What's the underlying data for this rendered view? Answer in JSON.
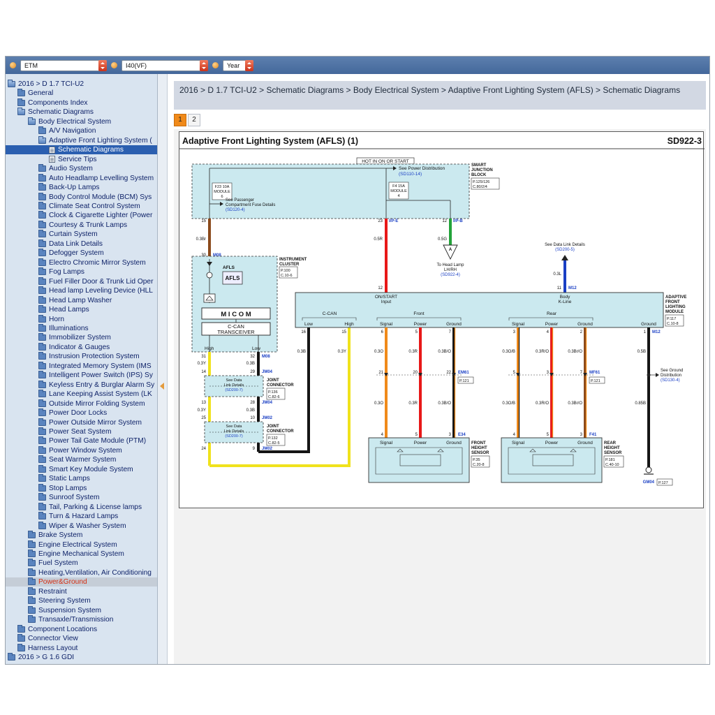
{
  "toolbar": {
    "select1": "ETM",
    "select2": "I40(VF)",
    "select3": "Year"
  },
  "sidebar": {
    "items": [
      {
        "label": "2016 > D 1.7 TCI-U2",
        "level": 0,
        "icon": "open"
      },
      {
        "label": "General",
        "level": 1,
        "icon": "folder"
      },
      {
        "label": "Components Index",
        "level": 1,
        "icon": "folder"
      },
      {
        "label": "Schematic Diagrams",
        "level": 1,
        "icon": "open"
      },
      {
        "label": "Body Electrical System",
        "level": 2,
        "icon": "open"
      },
      {
        "label": "A/V Navigation",
        "level": 3,
        "icon": "folder"
      },
      {
        "label": "Adaptive Front Lighting System (",
        "level": 3,
        "icon": "open"
      },
      {
        "label": "Schematic Diagrams",
        "level": 4,
        "icon": "doc",
        "state": "selected"
      },
      {
        "label": "Service Tips",
        "level": 4,
        "icon": "doc"
      },
      {
        "label": "Audio System",
        "level": 3,
        "icon": "folder"
      },
      {
        "label": "Auto Headlamp Levelling System",
        "level": 3,
        "icon": "folder"
      },
      {
        "label": "Back-Up Lamps",
        "level": 3,
        "icon": "folder"
      },
      {
        "label": "Body Control Module (BCM) Sys",
        "level": 3,
        "icon": "folder"
      },
      {
        "label": "Climate Seat Control System",
        "level": 3,
        "icon": "folder"
      },
      {
        "label": "Clock & Cigarette Lighter (Power",
        "level": 3,
        "icon": "folder"
      },
      {
        "label": "Courtesy & Trunk Lamps",
        "level": 3,
        "icon": "folder"
      },
      {
        "label": "Curtain System",
        "level": 3,
        "icon": "folder"
      },
      {
        "label": "Data Link Details",
        "level": 3,
        "icon": "folder"
      },
      {
        "label": "Defogger System",
        "level": 3,
        "icon": "folder"
      },
      {
        "label": "Electro Chromic Mirror System",
        "level": 3,
        "icon": "folder"
      },
      {
        "label": "Fog Lamps",
        "level": 3,
        "icon": "folder"
      },
      {
        "label": "Fuel Filler Door & Trunk Lid Oper",
        "level": 3,
        "icon": "folder"
      },
      {
        "label": "Head lamp Leveling Device (HLL",
        "level": 3,
        "icon": "folder"
      },
      {
        "label": "Head Lamp Washer",
        "level": 3,
        "icon": "folder"
      },
      {
        "label": "Head Lamps",
        "level": 3,
        "icon": "folder"
      },
      {
        "label": "Horn",
        "level": 3,
        "icon": "folder"
      },
      {
        "label": "Illuminations",
        "level": 3,
        "icon": "folder"
      },
      {
        "label": "Immobilizer System",
        "level": 3,
        "icon": "folder"
      },
      {
        "label": "Indicator & Gauges",
        "level": 3,
        "icon": "folder"
      },
      {
        "label": "Instrusion Protection System",
        "level": 3,
        "icon": "folder"
      },
      {
        "label": "Integrated Memory System (IMS",
        "level": 3,
        "icon": "folder"
      },
      {
        "label": "Intelligent Power Switch (IPS) Sy",
        "level": 3,
        "icon": "folder"
      },
      {
        "label": "Keyless Entry & Burglar Alarm Sy",
        "level": 3,
        "icon": "folder"
      },
      {
        "label": "Lane Keeping Assist System (LK",
        "level": 3,
        "icon": "folder"
      },
      {
        "label": "Outside Mirror Folding System",
        "level": 3,
        "icon": "folder"
      },
      {
        "label": "Power Door Locks",
        "level": 3,
        "icon": "folder"
      },
      {
        "label": "Power Outside Mirror System",
        "level": 3,
        "icon": "folder"
      },
      {
        "label": "Power Seat System",
        "level": 3,
        "icon": "folder"
      },
      {
        "label": "Power Tail Gate Module (PTM)",
        "level": 3,
        "icon": "folder"
      },
      {
        "label": "Power Window System",
        "level": 3,
        "icon": "folder"
      },
      {
        "label": "Seat Warmer System",
        "level": 3,
        "icon": "folder"
      },
      {
        "label": "Smart Key Module System",
        "level": 3,
        "icon": "folder"
      },
      {
        "label": "Static Lamps",
        "level": 3,
        "icon": "folder"
      },
      {
        "label": "Stop Lamps",
        "level": 3,
        "icon": "folder"
      },
      {
        "label": "Sunroof System",
        "level": 3,
        "icon": "folder"
      },
      {
        "label": "Tail, Parking & License lamps",
        "level": 3,
        "icon": "folder"
      },
      {
        "label": "Turn & Hazard Lamps",
        "level": 3,
        "icon": "folder"
      },
      {
        "label": "Wiper & Washer System",
        "level": 3,
        "icon": "folder"
      },
      {
        "label": "Brake System",
        "level": 2,
        "icon": "folder"
      },
      {
        "label": "Engine Electrical System",
        "level": 2,
        "icon": "folder"
      },
      {
        "label": "Engine Mechanical System",
        "level": 2,
        "icon": "folder"
      },
      {
        "label": "Fuel System",
        "level": 2,
        "icon": "folder"
      },
      {
        "label": "Heating,Ventilation, Air Conditioning",
        "level": 2,
        "icon": "folder"
      },
      {
        "label": "Power&Ground",
        "level": 2,
        "icon": "folder",
        "state": "highlight"
      },
      {
        "label": "Restraint",
        "level": 2,
        "icon": "folder"
      },
      {
        "label": "Steering System",
        "level": 2,
        "icon": "folder"
      },
      {
        "label": "Suspension System",
        "level": 2,
        "icon": "folder"
      },
      {
        "label": "Transaxle/Transmission",
        "level": 2,
        "icon": "folder"
      },
      {
        "label": "Component Locations",
        "level": 1,
        "icon": "folder"
      },
      {
        "label": "Connector View",
        "level": 1,
        "icon": "folder"
      },
      {
        "label": "Harness Layout",
        "level": 1,
        "icon": "folder"
      },
      {
        "label": "2016 > G 1.6 GDI",
        "level": 0,
        "icon": "folder"
      }
    ]
  },
  "main": {
    "breadcrumb": "2016 > D 1.7 TCI-U2 > Schematic Diagrams > Body Electrical System > Adaptive Front Lighting System (AFLS) > Schematic Diagrams",
    "pages": [
      "1",
      "2"
    ],
    "active_page": "1"
  },
  "diagram": {
    "title": "Adaptive Front Lighting System (AFLS) (1)",
    "code": "SD922-3",
    "hot_label": "HOT IN ON OR START",
    "sjb": {
      "name": [
        "SMART",
        "JUNCTION",
        "BLOCK"
      ],
      "ref": [
        "P.125/126",
        "C.80/2/4"
      ],
      "see_power_a": "See Power Distribution",
      "see_power_b": "(SD110-14)",
      "fuse1": [
        "F23 10A",
        "MODULE",
        "6"
      ],
      "fuse2": [
        "F4 15A",
        "MODULE",
        "4"
      ],
      "see_pass_a": "See Passenger",
      "see_pass_b": "Compartment Fuse Details",
      "see_pass_c": "(SD120-4)"
    },
    "pins": {
      "p15": "15",
      "p23": "23",
      "p12a": "12",
      "p12b": "12",
      "p11": "11",
      "p30": "30",
      "p31": "31",
      "p32": "32",
      "p14": "14",
      "p29": "29",
      "p13": "13",
      "p28": "28",
      "p25": "25",
      "p10": "10",
      "p24": "24",
      "p9": "9",
      "p16": "16",
      "p15b": "15",
      "p6": "6",
      "p5": "5",
      "p7": "7",
      "p3": "3",
      "p4": "4",
      "p2": "2",
      "p1": "1",
      "p21": "21",
      "p20": "20",
      "p22": "22",
      "p5b": "5",
      "p3b": "3",
      "p7b": "7",
      "p4b": "4",
      "p5c": "5",
      "p3c": "3",
      "p4c": "4",
      "p5d": "5",
      "p3d": "3"
    },
    "connectors": {
      "ipe": "I/P-E",
      "ipb": "I/P-B",
      "m08a": "M08",
      "m08b": "M08",
      "m12a": "M12",
      "m12b": "M12",
      "jm04a": "JM04",
      "jm04b": "JM04",
      "jm02a": "JM02",
      "jm02b": "JM02",
      "em61": "EM61",
      "mf61": "MF61",
      "e34": "E34",
      "f41": "F41",
      "gm04": "GM04"
    },
    "wires": {
      "w1": "0.3Br",
      "w2": "0.5R",
      "w3": "0.5G",
      "w4": "0.3L",
      "w5": "0.3Y",
      "w6": "0.3B",
      "w7": "0.3Y",
      "w8": "0.3B",
      "w9": "0.3B",
      "w10": "0.3Y",
      "w11": "0.3O",
      "w12": "0.3R",
      "w13": "0.3B/O",
      "w14": "0.3O/B",
      "w15": "0.3R/O",
      "w16": "0.3Br/O",
      "w17": "0.5B",
      "w18": "0.3O",
      "w19": "0.3R",
      "w20": "0.3B/O",
      "w21": "0.3O/B",
      "w22": "0.3R/O",
      "w23": "0.3Br/O",
      "w24": "0.85B"
    },
    "cluster": {
      "name": [
        "INSTRUMENT",
        "CLUSTER"
      ],
      "ref": [
        "P.100",
        "C.10-6"
      ],
      "afls_label": "AFLS",
      "afls_icon": "AFLS",
      "micom": "M I C O M",
      "ccan": [
        "C-CAN",
        "TRANSCEIVER"
      ],
      "high": "High",
      "low": "Low"
    },
    "joint1": {
      "name": [
        "JOINT",
        "CONNECTOR"
      ],
      "ref": [
        "P.136",
        "C.82-6"
      ],
      "see": [
        "See Data",
        "Link Details",
        "(SD200-7)"
      ]
    },
    "joint2": {
      "name": [
        "JOINT",
        "CONNECTOR"
      ],
      "ref": [
        "P.132",
        "C.82-5"
      ],
      "see": [
        "See Data",
        "Link Details",
        "(SD200-7)"
      ]
    },
    "headlamp": {
      "tag": "A",
      "text": [
        "To Head Lamp",
        "LH/RH"
      ],
      "ref": "(SD922-4)"
    },
    "datalink": {
      "text": "See Data Link Details",
      "ref": "(SD200-5)"
    },
    "aflm": {
      "name": [
        "ADAPTIVE",
        "FRONT",
        "LIGHTING",
        "MODULE"
      ],
      "ref": [
        "P.117",
        "C.10-8"
      ],
      "on_start": [
        "ON/START",
        "Input"
      ],
      "body": [
        "Body",
        "K-Line"
      ],
      "ccan": "C-CAN",
      "low": "Low",
      "high": "High",
      "front": "Front",
      "rear": "Rear",
      "signal": "Signal",
      "power": "Power",
      "ground": "Ground",
      "ground_only": "Ground"
    },
    "front_sensor": {
      "name": [
        "FRONT",
        "HEIGHT",
        "SENSOR"
      ],
      "ref": [
        "P.35",
        "C.20-8"
      ],
      "signal": "Signal",
      "power": "Power",
      "ground": "Ground"
    },
    "rear_sensor": {
      "name": [
        "REAR",
        "HEIGHT",
        "SENSOR"
      ],
      "ref": [
        "P.181",
        "C.40-10"
      ],
      "signal": "Signal",
      "power": "Power",
      "ground": "Ground"
    },
    "em61_ref": "P.121",
    "mf61_ref": "P.121",
    "ground_dist": [
      "See Ground",
      "Distribution",
      "(SD130-4)"
    ],
    "gm04_ref": "P.127"
  }
}
